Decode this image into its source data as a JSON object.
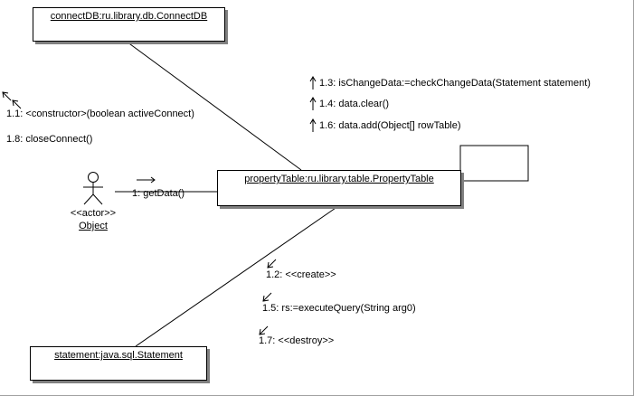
{
  "colors": {
    "background": "#ffffff",
    "line": "#000000",
    "shadow": "#808080"
  },
  "objects": {
    "connect_db": {
      "label": "connectDB:ru.library.db.ConnectDB"
    },
    "property_table": {
      "label": "propertyTable:ru.library.table.PropertyTable"
    },
    "statement": {
      "label": "statement:java.sql.Statement"
    },
    "actor": {
      "stereotype": "<<actor>>",
      "name": "Object"
    }
  },
  "messages": {
    "get_data": "1: getData()",
    "constructor": "1.1: <constructor>(boolean activeConnect)",
    "create": "1.2: <<create>>",
    "check_change_data": "1.3: isChangeData:=checkChangeData(Statement statement)",
    "data_clear": "1.4: data.clear()",
    "execute_query": "1.5: rs:=executeQuery(String arg0)",
    "data_add": "1.6: data.add(Object[] rowTable)",
    "destroy": "1.7: <<destroy>>",
    "close_connect": "1.8: closeConnect()"
  }
}
